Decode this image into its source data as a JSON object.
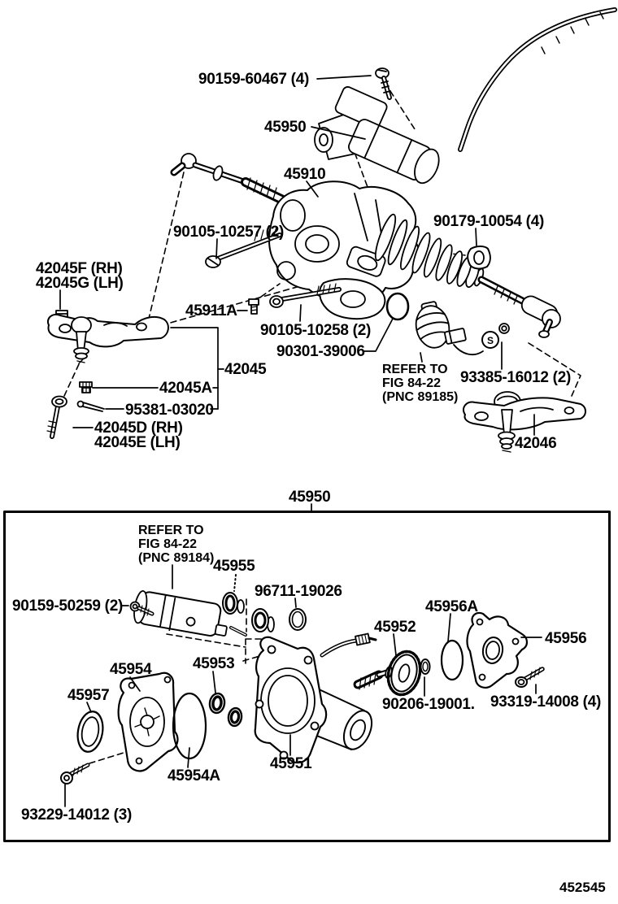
{
  "colors": {
    "ink": "#000000",
    "background": "#ffffff"
  },
  "upper_diagram": {
    "parts": {
      "p90159_60467": "90159-60467 (4)",
      "p45950": "45950",
      "p45910": "45910",
      "p90105_10257": "90105-10257 (2)",
      "p90179_10054": "90179-10054 (4)",
      "p42045F": "42045F (RH)",
      "p42045G": "42045G (LH)",
      "p45911A": "45911A",
      "p90105_10258": "90105-10258 (2)",
      "p90301_39006": "90301-39006",
      "p93385_16012": "93385-16012 (2)",
      "p42045": "42045",
      "p42045A": "42045A",
      "p95381_03020": "95381-03020",
      "p42045D": "42045D (RH)",
      "p42045E": "42045E (LH)",
      "p42046": "42046"
    },
    "refer_note": {
      "line1": "REFER TO",
      "line2": "FIG 84-22",
      "line3": "(PNC 89185)"
    },
    "s_marker": "S"
  },
  "lower_diagram": {
    "title": "45950",
    "refer_note": {
      "line1": "REFER TO",
      "line2": "FIG 84-22",
      "line3": "(PNC 89184)"
    },
    "parts": {
      "p45955": "45955",
      "p96711_19026": "96711-19026",
      "p90159_50259": "90159-50259 (2)",
      "p45956A": "45956A",
      "p45952": "45952",
      "p45956": "45956",
      "p45954": "45954",
      "p45953": "45953",
      "p45957": "45957",
      "p90206_19001": "90206-19001.",
      "p93319_14008": "93319-14008 (4)",
      "p45951": "45951",
      "p45954A": "45954A",
      "p93229_14012": "93229-14012 (3)"
    }
  },
  "footer": {
    "figure_code": "452545"
  }
}
